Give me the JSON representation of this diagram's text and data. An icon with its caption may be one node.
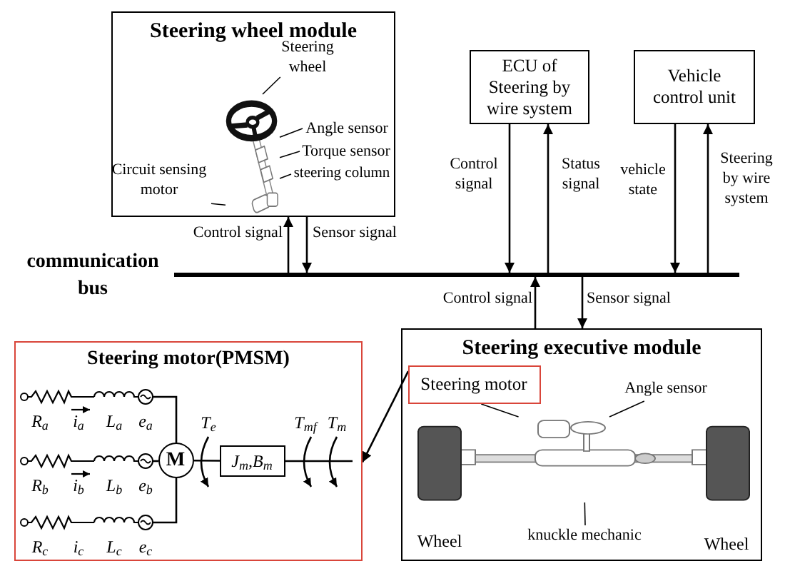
{
  "diagram": {
    "nodes": [
      {
        "text": [
          "Steering wheel module"
        ]
      },
      {
        "text": [],
        "shape": "picture",
        "in": 0
      },
      {
        "text": [
          "Steering wheel"
        ],
        "in": 0
      },
      {
        "text": [
          "Angle sensor"
        ],
        "in": 0
      },
      {
        "text": [
          "Torque sensor"
        ],
        "in": 0
      },
      {
        "text": [
          "steering column"
        ],
        "in": 0
      },
      {
        "text": [
          "Circuit sensing motor"
        ],
        "in": 0
      },
      {
        "text": [
          "ECU of Steering by wire system"
        ]
      },
      {
        "text": [
          "Vehicle control unit"
        ]
      },
      {
        "text": [],
        "shape": "bar",
        "beside": [
          "communication bus"
        ]
      },
      {
        "text": [
          "Steering motor(PMSM)"
        ]
      },
      {
        "text": [
          "M"
        ],
        "in": 10
      },
      {
        "text": [
          "J$_{m}$,B$_{m}$"
        ],
        "in": 10
      },
      {
        "text": [
          "Steering executive module"
        ]
      },
      {
        "text": [
          "Steering motor"
        ],
        "in": 13
      },
      {
        "text": [
          "Angle sensor"
        ],
        "in": 13
      },
      {
        "text": [],
        "shape": "picture",
        "in": 13
      },
      {
        "text": [
          "knuckle mechanic"
        ],
        "in": 13
      }
    ],
    "edges": [
      {
        "from": 9,
        "to": 0,
        "arrow": "to",
        "label": "Control signal"
      },
      {
        "from": 0,
        "to": 9,
        "arrow": "to",
        "label": "Sensor signal"
      },
      {
        "from": 7,
        "to": 9,
        "arrow": "to",
        "label": "Control signal"
      },
      {
        "from": 9,
        "to": 7,
        "arrow": "to",
        "label": "Status signal"
      },
      {
        "from": 8,
        "to": 9,
        "arrow": "to",
        "label": "vehicle state"
      },
      {
        "from": 9,
        "to": 8,
        "arrow": "to",
        "label": "Steering by wire system"
      },
      {
        "from": 13,
        "to": 9,
        "arrow": "to",
        "label": "Control signal"
      },
      {
        "from": 9,
        "to": 13,
        "arrow": "to",
        "label": "Sensor signal"
      },
      {
        "from": 14,
        "to": 10,
        "arrow": "to"
      },
      {
        "from": 11,
        "to": 12,
        "arrow": "none"
      },
      {
        "from": 12,
        "to": null,
        "arrow": "none"
      },
      {
        "from": 2,
        "to": 1,
        "arrow": "none"
      },
      {
        "from": 3,
        "to": 1,
        "arrow": "none"
      },
      {
        "from": 4,
        "to": 1,
        "arrow": "none"
      },
      {
        "from": 5,
        "to": 1,
        "arrow": "none"
      },
      {
        "from": 6,
        "to": 1,
        "arrow": "none"
      },
      {
        "from": 14,
        "to": 16,
        "arrow": "none"
      },
      {
        "from": 15,
        "to": 16,
        "arrow": "none"
      },
      {
        "from": 17,
        "to": 16,
        "arrow": "none"
      }
    ],
    "labels": [
      "R$_{a}$",
      "i$_{a}$",
      "L$_{a}$",
      "e$_{a}$",
      "T$_{e}$",
      "T$_{mf}$",
      "T$_{m}$",
      "R$_{b}$",
      "i$_{b}$",
      "L$_{b}$",
      "e$_{b}$",
      "R$_{c}$",
      "i$_{c}$",
      "L$_{c}$",
      "e$_{c}$",
      "Wheel",
      "Wheel"
    ]
  }
}
